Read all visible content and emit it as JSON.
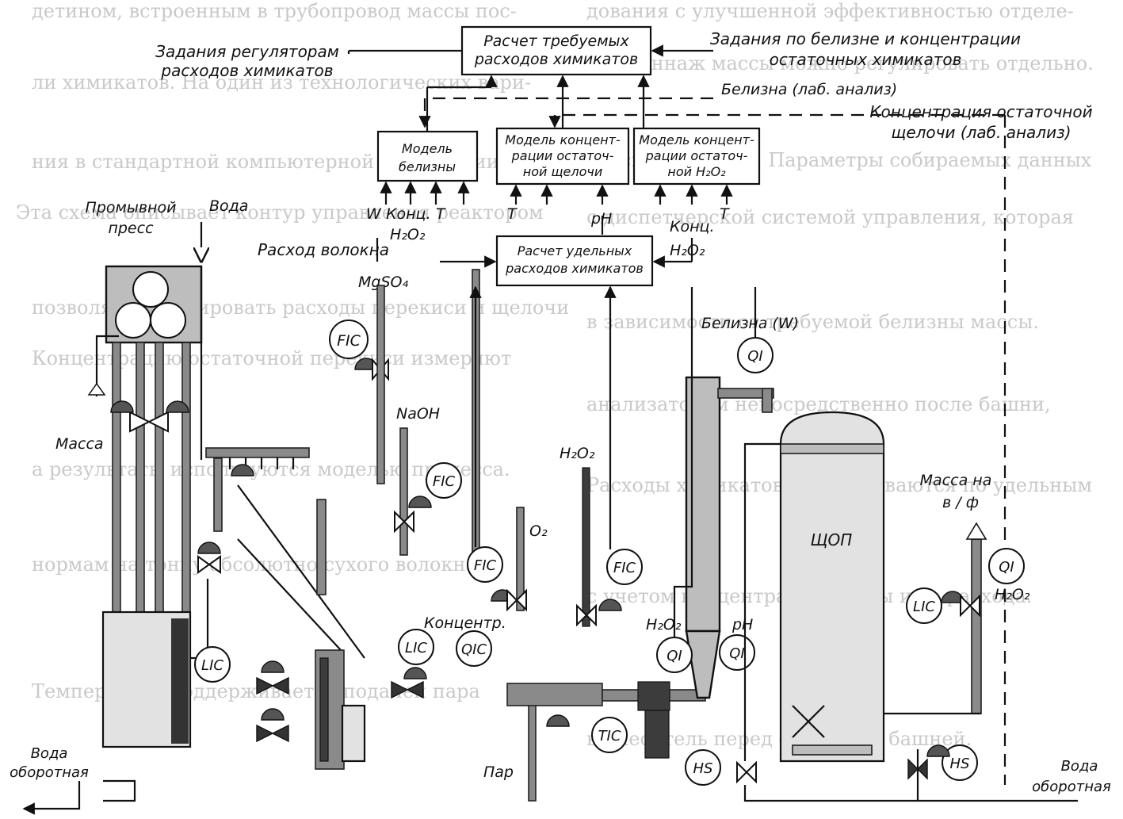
{
  "background_text": [
    "детином, встроенным в трубопровод массы пос-",
    "дования с улучшенной эффективностью отделе-",
    "ли химикатов. На один из технологических вари-",
    "ной тоннаж массы можно регулировать отдельно.",
    "ния в стандартной компьютерной реализации опера-",
    "торской станции. Параметры собираемых данных",
    "Эта схема описывает контур управления реактором",
    "с диспетчерской системой управления, которая",
    "позволяет регулировать расходы перекиси и щелочи",
    "в зависимости от требуемой белизны массы.",
    "Концентрацию остаточной перекиси измеряют",
    "анализатором непосредственно после башни,",
    "а результаты используются моделью процесса.",
    "Расходы химикатов рассчитываются по удельным",
    "нормам на тонну абсолютно сухого волокна,",
    "с учетом концентрации массы и ее расхода.",
    "Температура поддерживается подачей пара",
    "в смеситель перед отбельной башней."
  ],
  "boxes": {
    "calc_required": [
      "Расчет требуемых",
      "расходов химикатов"
    ],
    "model_brightness": [
      "Модель",
      "белизны"
    ],
    "model_alkali": [
      "Модель концент-",
      "рации остаточ-",
      "ной щелочи"
    ],
    "model_h2o2": [
      "Модель концент-",
      "рации остаточ-",
      "ной H₂O₂"
    ],
    "calc_specific": [
      "Расчет удельных",
      "расходов химикатов"
    ]
  },
  "labels": {
    "regulator_tasks": [
      "Задания регуляторам",
      "расходов химикатов"
    ],
    "brightness_tasks": [
      "Задания по белизне и концентрации",
      "остаточных химикатов"
    ],
    "brightness_lab": "Белизна  (лаб. анализ)",
    "alkali_lab": [
      "Концентрация остаточной",
      "щелочи  (лаб. анализ)"
    ],
    "input_W": "W",
    "input_conc": "Конц.",
    "input_h2o2": "H₂O₂",
    "input_T": "T",
    "input_pH": "pH",
    "fiber_flow": "Расход волокна",
    "mgso4": "MgSO₄",
    "naoh": "NaOH",
    "h2o2_feed": "H₂O₂",
    "o2": "O₂",
    "wash_press": [
      "Промывной",
      "пресс"
    ],
    "water": "Вода",
    "mass": "Масса",
    "concentration": "Концентр.",
    "steam": "Пар",
    "recycle_water_left": [
      "Вода",
      "оборотная"
    ],
    "recycle_water_right": [
      "Вода",
      "оборотная"
    ],
    "brightness_W": "Белизна (W)",
    "tower": "ЩОП",
    "mass_out": [
      "Масса на",
      "в / ф"
    ],
    "h2o2_meas": "H₂O₂",
    "ph_meas": "pH",
    "h2o2_out": "H₂O₂"
  },
  "instruments": {
    "fic1": "FIC",
    "fic2": "FIC",
    "fic3": "FIC",
    "fic4": "FIC",
    "lic1": "LIC",
    "lic2": "LIC",
    "lic3": "LIC",
    "qic": "QIC",
    "tic": "TIC",
    "qi_brightness": "QI",
    "qi_h2o2": "QI",
    "qi_ph": "QI",
    "qi_out": "QI",
    "hs1": "HS",
    "hs2": "HS"
  }
}
